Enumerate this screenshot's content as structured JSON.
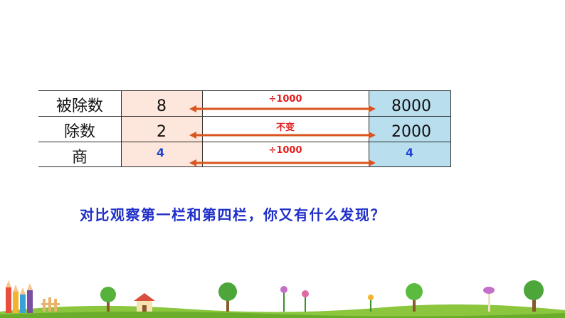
{
  "table": {
    "rows": [
      {
        "label": "被除数",
        "left": "8",
        "op": "÷1000",
        "right": "8000"
      },
      {
        "label": "除数",
        "left": "2",
        "op": "不变",
        "right": "2000"
      },
      {
        "label": "商",
        "left": "4",
        "op": "÷1000",
        "right": "4"
      }
    ]
  },
  "question": "对比观察第一栏和第四栏，你又有什么发现？",
  "colors": {
    "left_fill": "#fde6db",
    "right_fill": "#b9dfef",
    "arrow": "#d9541e",
    "op_text": "#e21d1d",
    "question_text": "#1f2fc9",
    "result_text": "#1f3fd6"
  }
}
